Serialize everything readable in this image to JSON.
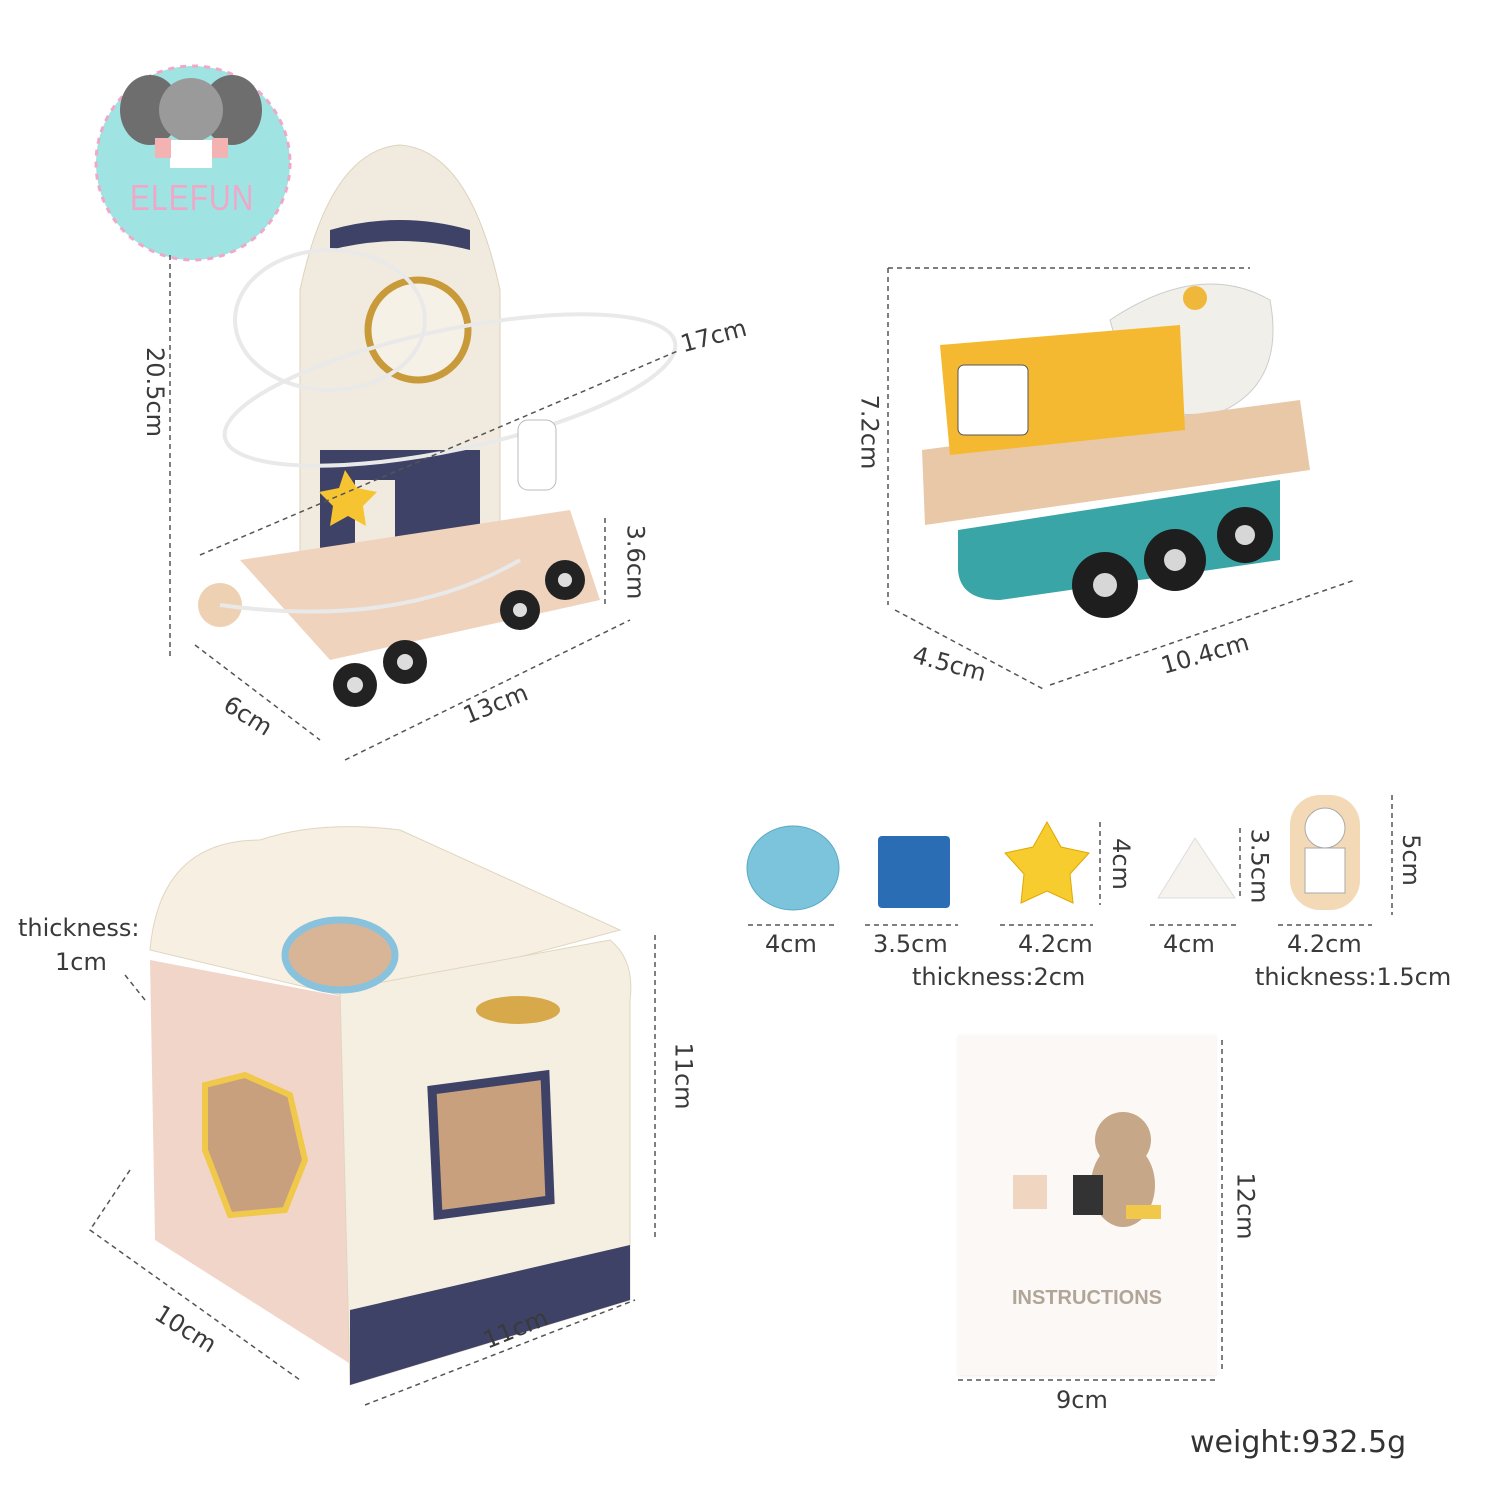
{
  "brand": {
    "logo_text": "ELEFUN",
    "logo_colors": {
      "bg": "#9fe4e2",
      "text": "#f0a8c8"
    }
  },
  "rocket": {
    "height": "20.5cm",
    "ring": "17cm",
    "base_height": "3.6cm",
    "depth": "6cm",
    "length": "13cm"
  },
  "rover": {
    "height": "7.2cm",
    "depth": "4.5cm",
    "length": "10.4cm"
  },
  "cube": {
    "thickness_label": "thickness:",
    "thickness_value": "1cm",
    "height": "11cm",
    "depth": "10cm",
    "width": "11cm"
  },
  "shapes": {
    "circle": {
      "size": "4cm",
      "color": "#7cc4dc"
    },
    "square": {
      "size": "3.5cm",
      "color": "#2a6db5"
    },
    "star": {
      "width": "4.2cm",
      "height": "4cm",
      "color": "#f7cc2e"
    },
    "triangle": {
      "width": "4cm",
      "height": "3.5cm"
    },
    "astronaut": {
      "width": "4.2cm",
      "height": "5cm"
    },
    "thickness_shapes": "thickness:2cm",
    "thickness_astronaut": "thickness:1.5cm"
  },
  "instructions": {
    "title": "INSTRUCTIONS",
    "height": "12cm",
    "width": "9cm"
  },
  "weight": "weight:932.5g"
}
